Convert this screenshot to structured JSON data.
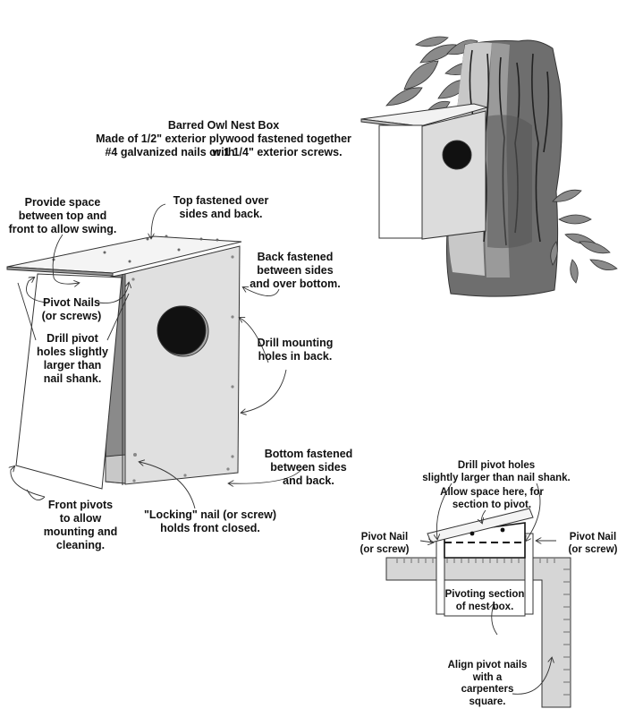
{
  "title": {
    "line1": "Barred Owl Nest Box",
    "line2": "Made of 1/2\" exterior plywood fastened together with",
    "line3": "#4 galvanized nails or 1 1/4\" exterior screws."
  },
  "main_diagram": {
    "labels": {
      "provide_space": "Provide space\nbetween top and\nfront to allow swing.",
      "top_fastened": "Top fastened over\nsides and back.",
      "back_fastened": "Back fastened\nbetween sides\nand over bottom.",
      "pivot_nails": "Pivot Nails\n(or screws)",
      "drill_pivot": "Drill pivot\nholes slightly\nlarger than\nnail shank.",
      "drill_mounting": "Drill mounting\nholes in back.",
      "bottom_fastened": "Bottom fastened\nbetween sides\nand back.",
      "front_pivots": "Front pivots\nto allow\nmounting and\ncleaning.",
      "locking_nail": "\"Locking\" nail (or screw)\nholds front closed."
    }
  },
  "detail_diagram": {
    "labels": {
      "drill_pivot_holes": "Drill pivot holes\nslightly larger than nail shank.",
      "allow_space": "Allow space here, for\nsection to pivot.",
      "pivot_nail_left": "Pivot Nail\n(or screw)",
      "pivot_nail_right": "Pivot Nail\n(or screw)",
      "pivoting_section": "Pivoting section\nof nest box.",
      "align_pivot": "Align pivot nails\nwith a\ncarpenters\nsquare."
    }
  },
  "colors": {
    "panel_light": "#e0e0e0",
    "panel_white": "#ffffff",
    "hole": "#111111",
    "bark_dark": "#6e6e6e",
    "bark_mid": "#9a9a9a",
    "bark_light": "#c8c8c8",
    "leaf": "#8a8a8a",
    "square": "#d6d6d6",
    "ink": "#222222"
  }
}
